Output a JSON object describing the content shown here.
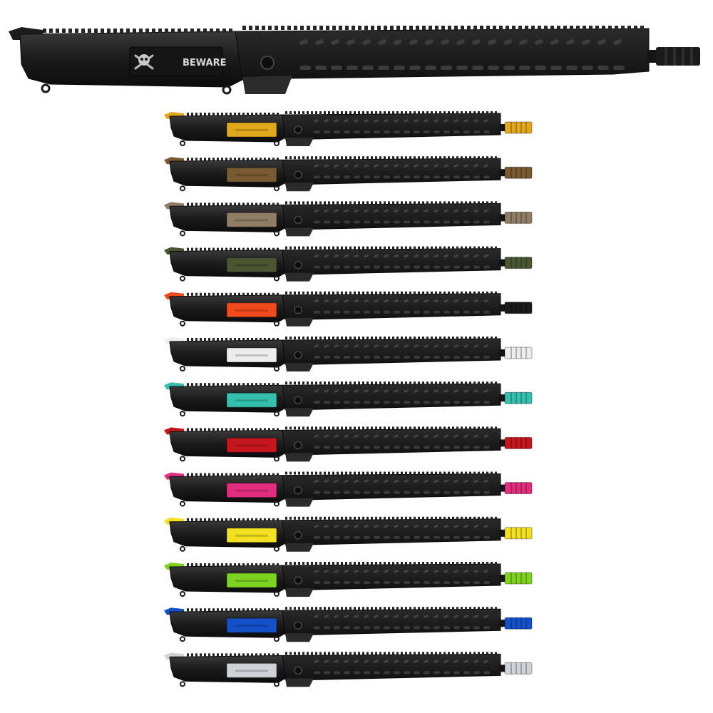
{
  "hero": {
    "engraving_text": "BEWARE",
    "skull_icon": "skull-crossbones-icon"
  },
  "variants": [
    {
      "color_name": "gold",
      "accent": "#e0a81a"
    },
    {
      "color_name": "bronze",
      "accent": "#7a5a32"
    },
    {
      "color_name": "fde",
      "accent": "#8f7d66"
    },
    {
      "color_name": "od-green",
      "accent": "#4a5532"
    },
    {
      "color_name": "orange",
      "accent": "#f0491c"
    },
    {
      "color_name": "white",
      "accent": "#ededed"
    },
    {
      "color_name": "teal",
      "accent": "#34bfae"
    },
    {
      "color_name": "red",
      "accent": "#c4161c"
    },
    {
      "color_name": "pink",
      "accent": "#e22d7f"
    },
    {
      "color_name": "yellow",
      "accent": "#f2e021"
    },
    {
      "color_name": "lime-green",
      "accent": "#7ed321"
    },
    {
      "color_name": "blue",
      "accent": "#1450c8"
    },
    {
      "color_name": "silver",
      "accent": "#cfd2d6"
    }
  ],
  "variant_muzzle_override": {
    "orange": "#1a1a1a"
  }
}
